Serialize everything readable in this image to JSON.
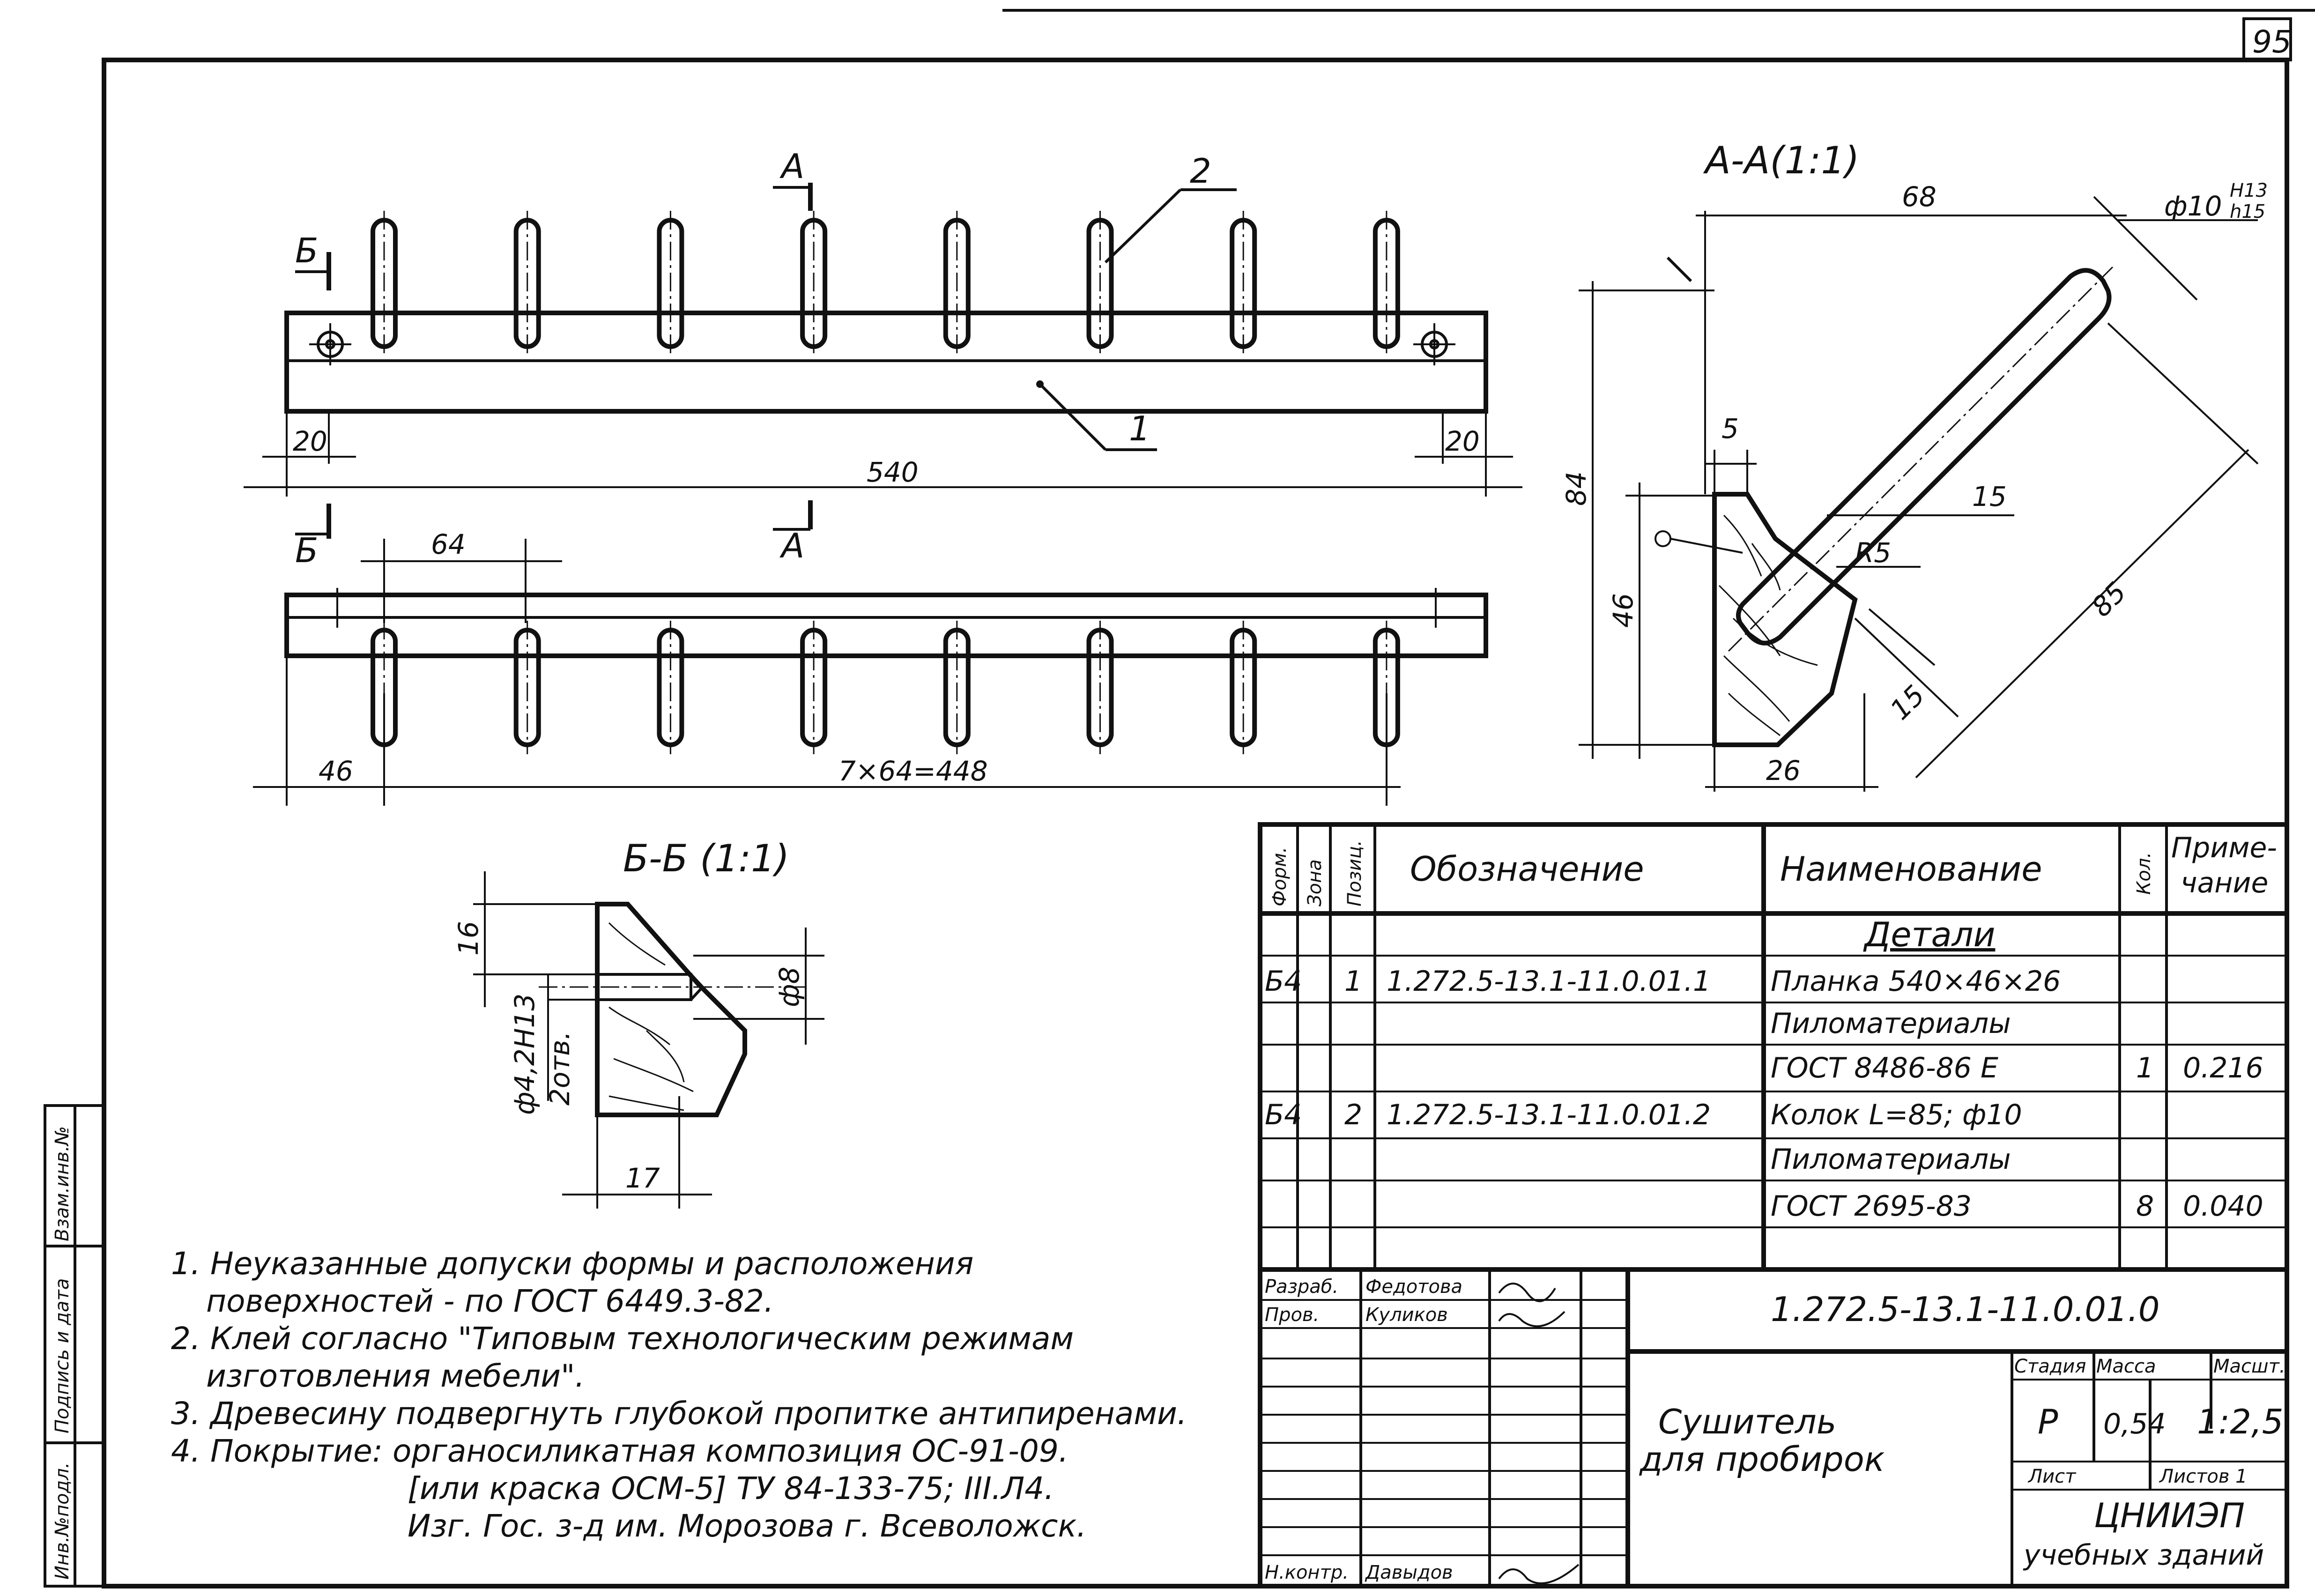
{
  "page_number": "95",
  "views": {
    "main": {
      "section_a_label": "A",
      "section_b_label": "Б",
      "leader_1": "1",
      "leader_2": "2",
      "dim_left_margin": "20",
      "dim_right_margin": "20",
      "dim_total_length": "540",
      "dim_spacing": "64",
      "dim_first_offset": "46",
      "dim_pitch_total": "7×64=448"
    },
    "section_aa": {
      "title": "A-A(1:1)",
      "dim_68": "68",
      "dim_hole": "ф10",
      "dim_hole_tol_upper": "Н13",
      "dim_hole_tol_lower": "h15",
      "dim_84": "84",
      "dim_5": "5",
      "dim_15_top": "15",
      "dim_r5": "R5",
      "dim_85": "85",
      "dim_46": "46",
      "dim_15_bottom": "15",
      "dim_26": "26"
    },
    "section_bb": {
      "title": "Б-Б (1:1)",
      "dim_16": "16",
      "dim_hole": "ф4,2Н13",
      "dim_hole_count": "2отв.",
      "dim_phi8": "ф8",
      "dim_17": "17"
    }
  },
  "notes": [
    "1. Неуказанные допуски формы и расположения",
    "поверхностей - по ГОСТ 6449.3-82.",
    "2. Клей согласно \"Типовым технологическим режимам",
    "изготовления мебели\".",
    "3. Древесину подвергнуть глубокой пропитке антипиренами.",
    "4. Покрытие: органосиликатная композиция ОС-91-09.",
    "[или краска ОСМ-5] ТУ 84-133-75; III.Л4.",
    "Изг. Гос. з-д им. Морозова г. Всеволожск."
  ],
  "spec_table": {
    "headers": {
      "format": "Форм.",
      "zone": "Зона",
      "position": "Позиц.",
      "designation": "Обозначение",
      "name": "Наименование",
      "qty": "Кол.",
      "note": "Приме-чание"
    },
    "note_line1": "Приме-",
    "note_line2": "чание",
    "section_title": "Детали",
    "rows": [
      {
        "format": "Б4",
        "position": "1",
        "designation": "1.272.5-13.1-11.0.01.1",
        "name": "Планка 540×46×26",
        "qty": "",
        "note": ""
      },
      {
        "format": "",
        "position": "",
        "designation": "",
        "name": "Пиломатериалы",
        "qty": "",
        "note": ""
      },
      {
        "format": "",
        "position": "",
        "designation": "",
        "name": "ГОСТ 8486-86 Е",
        "qty": "1",
        "note": "0.216"
      },
      {
        "format": "Б4",
        "position": "2",
        "designation": "1.272.5-13.1-11.0.01.2",
        "name": "Колок L=85; ф10",
        "qty": "",
        "note": ""
      },
      {
        "format": "",
        "position": "",
        "designation": "",
        "name": "Пиломатериалы",
        "qty": "",
        "note": ""
      },
      {
        "format": "",
        "position": "",
        "designation": "",
        "name": "ГОСТ 2695-83",
        "qty": "8",
        "note": "0.040"
      },
      {
        "format": "",
        "position": "",
        "designation": "",
        "name": "",
        "qty": "",
        "note": ""
      }
    ]
  },
  "title_block": {
    "role_developed": "Разраб.",
    "name_developed": "Федотова",
    "role_checked": "Пров.",
    "name_checked": "Куликов",
    "role_norm": "Н.контр.",
    "name_norm": "Давыдов",
    "document_code": "1.272.5-13.1-11.0.01.0",
    "product_name_line1": "Сушитель",
    "product_name_line2": "для пробирок",
    "col_stage": "Стадия",
    "col_mass": "Масса",
    "col_scale": "Масшт.",
    "stage": "Р",
    "mass": "0,54",
    "scale": "1:2,5",
    "sheet_label": "Лист",
    "sheets_label": "Листов 1",
    "org_line1": "ЦНИИЭП",
    "org_line2": "учебных зданий"
  },
  "side_stamp": {
    "inv_original": "Инв.№подл.",
    "signature_date": "Подпись и дата",
    "replacing_inv": "Взам.инв.№"
  }
}
